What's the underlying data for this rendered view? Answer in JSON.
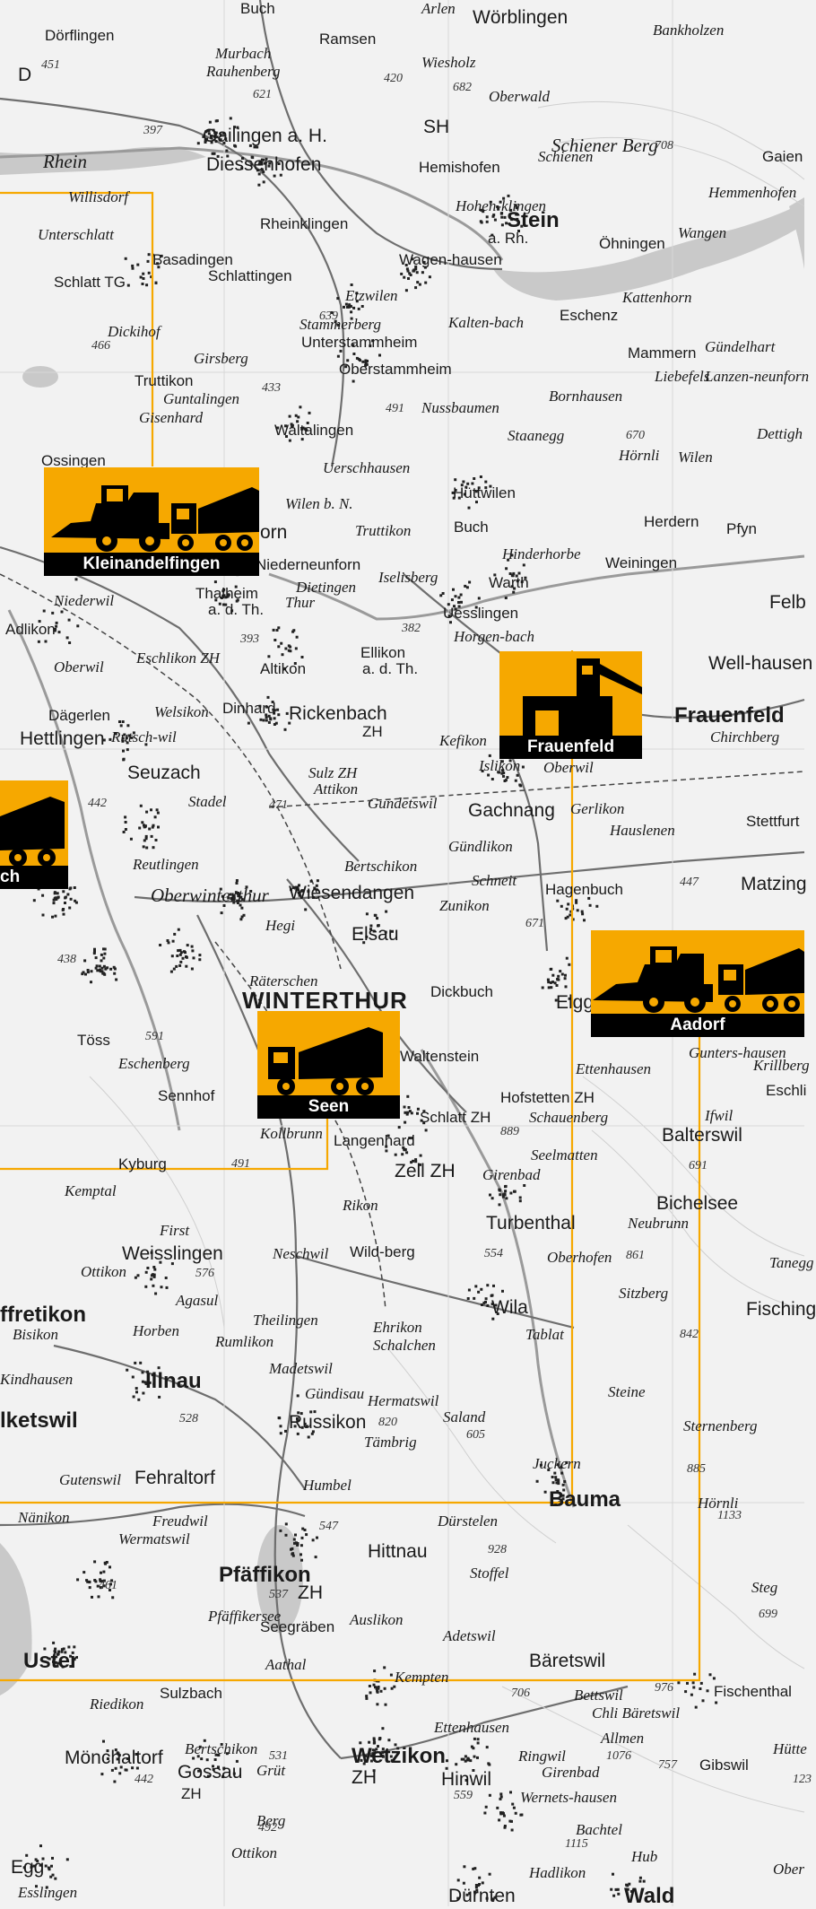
{
  "markers": {
    "kleinandelfingen": {
      "label": "Kleinandelfingen",
      "icons": [
        "wheel-loader-icon",
        "concrete-mixer-truck-icon"
      ]
    },
    "frauenfeld": {
      "label": "Frauenfeld",
      "icons": [
        "concrete-plant-icon"
      ]
    },
    "aadorf": {
      "label": "Aadorf",
      "icons": [
        "wheel-loader-icon",
        "concrete-mixer-truck-icon"
      ]
    },
    "seen": {
      "label": "Seen",
      "icons": [
        "concrete-mixer-truck-icon"
      ]
    },
    "left_partial": {
      "label": "ch",
      "icons": [
        "concrete-mixer-truck-icon"
      ]
    }
  },
  "colors": {
    "marker": "#f6a800",
    "label_bg": "#000000",
    "label_text": "#ffffff",
    "boundary": "#f6a800",
    "map_bg": "#f2f2f2"
  },
  "places": {
    "buch_top": "Buch",
    "arlen": "Arlen",
    "worblingen": "Wörblingen",
    "bankholzen": "Bankholzen",
    "dorflingen": "Dörflingen",
    "ramsen": "Ramsen",
    "murbach": "Murbach",
    "rauhenberg": "Rauhenberg",
    "wiesholz": "Wiesholz",
    "oberwald": "Oberwald",
    "gailingen": "Gailingen a. H.",
    "diessenhofen": "Diessenhofen",
    "rhein": "Rhein",
    "hemishofen": "Hemishofen",
    "schienen": "Schienen",
    "gaien": "Gaien",
    "hemmenhofen": "Hemmenhofen",
    "schienerberg": "Schiener Berg",
    "willisdorf": "Willisdorf",
    "rheinklingen": "Rheinklingen",
    "stein": "Stein",
    "stein_ah": "a. Rh.",
    "hohenklingen": "Hohen-klingen",
    "ohningen": "Öhningen",
    "wangen": "Wangen",
    "unterschlatt": "Unterschlatt",
    "basadingen": "Basadingen",
    "schlattingen": "Schlattingen",
    "wagenhausen": "Wagen-hausen",
    "kattenhorn": "Kattenhorn",
    "schlatt_tg": "Schlatt TG",
    "etzwilen": "Etzwilen",
    "stammerberg": "Stammerberg",
    "kaltenbach": "Kalten-bach",
    "eschenz": "Eschenz",
    "unterstammheim": "Unterstammheim",
    "mammern": "Mammern",
    "gundelhart": "Gündelhart",
    "dickihof": "Dickihof",
    "girsberg": "Girsberg",
    "oberstammheim": "Oberstammheim",
    "liebefels": "Liebefels",
    "lanzenneunforn": "Lanzen-neunforn",
    "truttikon": "Truttikon",
    "guntalingen": "Guntalingen",
    "bornhausen": "Bornhausen",
    "nussbaumen": "Nussbaumen",
    "gisenhard": "Gisenhard",
    "waltalingen": "Waltalingen",
    "staanegg": "Staanegg",
    "hornli_n": "Hörnli",
    "wilen_n": "Wilen",
    "dettighofen": "Dettigh",
    "ossingen": "Ossingen",
    "uerschhausen": "Uerschhausen",
    "huttwilen": "Hüttwilen",
    "herdern": "Herdern",
    "pfyn": "Pfyn",
    "wilen_bn": "Wilen b. N.",
    "buch_m": "Buch",
    "truttikon2": "Truttikon",
    "orn": "orn",
    "hinderhorbe": "Hinderhorbe",
    "neunforn": "Niederneunforn",
    "dietingen": "Dietingen",
    "iselisberg": "Iselisberg",
    "warth": "Warth",
    "weiningen": "Weiningen",
    "thalheim": "Thalheim",
    "thalheim_ad": "a. d. Th.",
    "niederwil": "Niederwil",
    "thur": "Thur",
    "uesslingen": "Uesslingen",
    "felben": "Felb",
    "adlikon": "Adlikon",
    "horgenbach": "Horgen-bach",
    "oberwil": "Oberwil",
    "eschlikon": "Eschlikon ZH",
    "altikon": "Altikon",
    "ellikon": "Ellikon",
    "ellikon_ad": "a. d. Th.",
    "wellhausen": "Well-hausen",
    "frauenfeld_town": "Frauenfeld",
    "dagerlen": "Dägerlen",
    "welsikon": "Welsikon",
    "dinhard": "Dinhard",
    "rickenbach": "Rickenbach",
    "rickenbach_zh": "ZH",
    "chirchberg": "Chirchberg",
    "hettlingen": "Hettlingen",
    "rutschwil": "Rutsch-wil",
    "kefikon": "Kefikon",
    "islikon": "Islikon",
    "oberwil2": "Oberwil",
    "seuzach": "Seuzach",
    "sulz": "Sulz ZH",
    "attikon": "Attikon",
    "gachnang": "Gachnang",
    "gerlikon": "Gerlikon",
    "stettfurt": "Stettfurt",
    "stadel": "Stadel",
    "gundetswil": "Gundetswil",
    "hauslenen": "Hauslenen",
    "gundlikon": "Gündlikon",
    "reutlingen": "Reutlingen",
    "bertschikon": "Bertschikon",
    "schneit": "Schneit",
    "hagenbuch": "Hagenbuch",
    "matzingen": "Matzing",
    "oberwinterthur": "Oberwinterthur",
    "wiesendangen": "Wiesendangen",
    "zunikon": "Zunikon",
    "hegi": "Hegi",
    "elsau": "Elsau",
    "ratenschen": "Räterschen",
    "dickbuch": "Dickbuch",
    "winterthur": "WINTERTHUR",
    "elgg": "Elgg",
    "toss": "Töss",
    "eschenberg": "Eschenberg",
    "waltenstein": "Waltenstein",
    "ettenhausen": "Ettenhausen",
    "guntershausen": "Gunters-hausen",
    "krillberg": "Krillberg",
    "eschlikon_e": "Eschli",
    "sennhof": "Sennhof",
    "schlatt_zh": "Schlatt ZH",
    "hofstetten": "Hofstetten ZH",
    "schauenberg": "Schauenberg",
    "kollbrunn": "Kollbrunn",
    "langenhard": "Langenhard",
    "ifwil": "Ifwil",
    "balterswil": "Balterswil",
    "kyburg": "Kyburg",
    "zell": "Zell ZH",
    "girenbad": "Girenbad",
    "seelmatten": "Seelmatten",
    "bichelsee": "Bichelsee",
    "kemptal": "Kemptal",
    "rikon": "Rikon",
    "first": "First",
    "neubrunn": "Neubrunn",
    "weisslingen": "Weisslingen",
    "neschwil": "Neschwil",
    "wildberg": "Wild-berg",
    "turbenthal": "Turbenthal",
    "tanegg": "Tanegg",
    "ottikon": "Ottikon",
    "agasul": "Agasul",
    "oberhofen": "Oberhofen",
    "sitzberg": "Sitzberg",
    "effretikon": "ffretikon",
    "bisikon": "Bisikon",
    "theilingen": "Theilingen",
    "ehrikon": "Ehrikon",
    "schalchen": "Schalchen",
    "wila": "Wila",
    "tablat": "Tablat",
    "fischingen": "Fisching",
    "horben": "Horben",
    "rumlikon": "Rumlikon",
    "kindhausen": "Kindhausen",
    "madetswil": "Madetswil",
    "illnau": "Illnau",
    "gundisau": "Gündisau",
    "hermatswil": "Hermatswil",
    "saland": "Saland",
    "steine": "Steine",
    "volketswil": "lketswil",
    "russikon": "Russikon",
    "sternenberg": "Sternenberg",
    "tambrig": "Tämbrig",
    "juckern": "Juckern",
    "gutenswil": "Gutenswil",
    "fehraltorf": "Fehraltorf",
    "humbel": "Humbel",
    "bauma": "Bauma",
    "hornli_s": "Hörnli",
    "nanikon": "Nänikon",
    "freudwil": "Freudwil",
    "wermatswil": "Wermatswil",
    "hittnau": "Hittnau",
    "durstelen": "Dürstelen",
    "pfaffikon": "Pfäffikon",
    "pfaffikon_zh": "ZH",
    "stoffel": "Stoffel",
    "steg": "Steg",
    "pfaffikersee": "Pfäffikersee",
    "seegraben": "Seegräben",
    "auslikon": "Auslikon",
    "adetswil": "Adetswil",
    "uster": "Uster",
    "aathal": "Aathal",
    "baretswil": "Bäretswil",
    "sulzbach": "Sulzbach",
    "kempten": "Kempten",
    "bettswil": "Bettswil",
    "fischenthal": "Fischenthal",
    "riedikon": "Riedikon",
    "chli_baretswil": "Chli Bäretswil",
    "ettenhausen_s": "Ettenhausen",
    "allmen": "Allmen",
    "monchaltorf": "Mönchaltorf",
    "bertschikon_s": "Bertschikon",
    "wetzikon": "Wetzikon",
    "wetzikon_zh": "ZH",
    "ringwil": "Ringwil",
    "girenbad_s": "Girenbad",
    "gibswil": "Gibswil",
    "gossau": "Gossau",
    "gossau_zh": "ZH",
    "grut": "Grüt",
    "hinwil": "Hinwil",
    "wernetshausen": "Wernets-hausen",
    "bachtel": "Bachtel",
    "berg": "Berg",
    "hub": "Hub",
    "egg": "Egg",
    "ottikon_s": "Ottikon",
    "hadlikon": "Hadlikon",
    "esslingen": "Esslingen",
    "durnten": "Dürnten",
    "wald": "Wald",
    "hutten": "Hütte",
    "ober_s": "Ober",
    "sh": "SH",
    "d": "D"
  },
  "elevations": [
    "451",
    "621",
    "420",
    "682",
    "397",
    "708",
    "639",
    "466",
    "433",
    "491",
    "670",
    "393",
    "382",
    "442",
    "471",
    "438",
    "671",
    "447",
    "591",
    "889",
    "491",
    "691",
    "576",
    "861",
    "842",
    "554",
    "528",
    "820",
    "605",
    "885",
    "1133",
    "547",
    "928",
    "537",
    "461",
    "699",
    "976",
    "706",
    "442",
    "531",
    "1076",
    "757",
    "559",
    "1115",
    "492",
    "123"
  ]
}
